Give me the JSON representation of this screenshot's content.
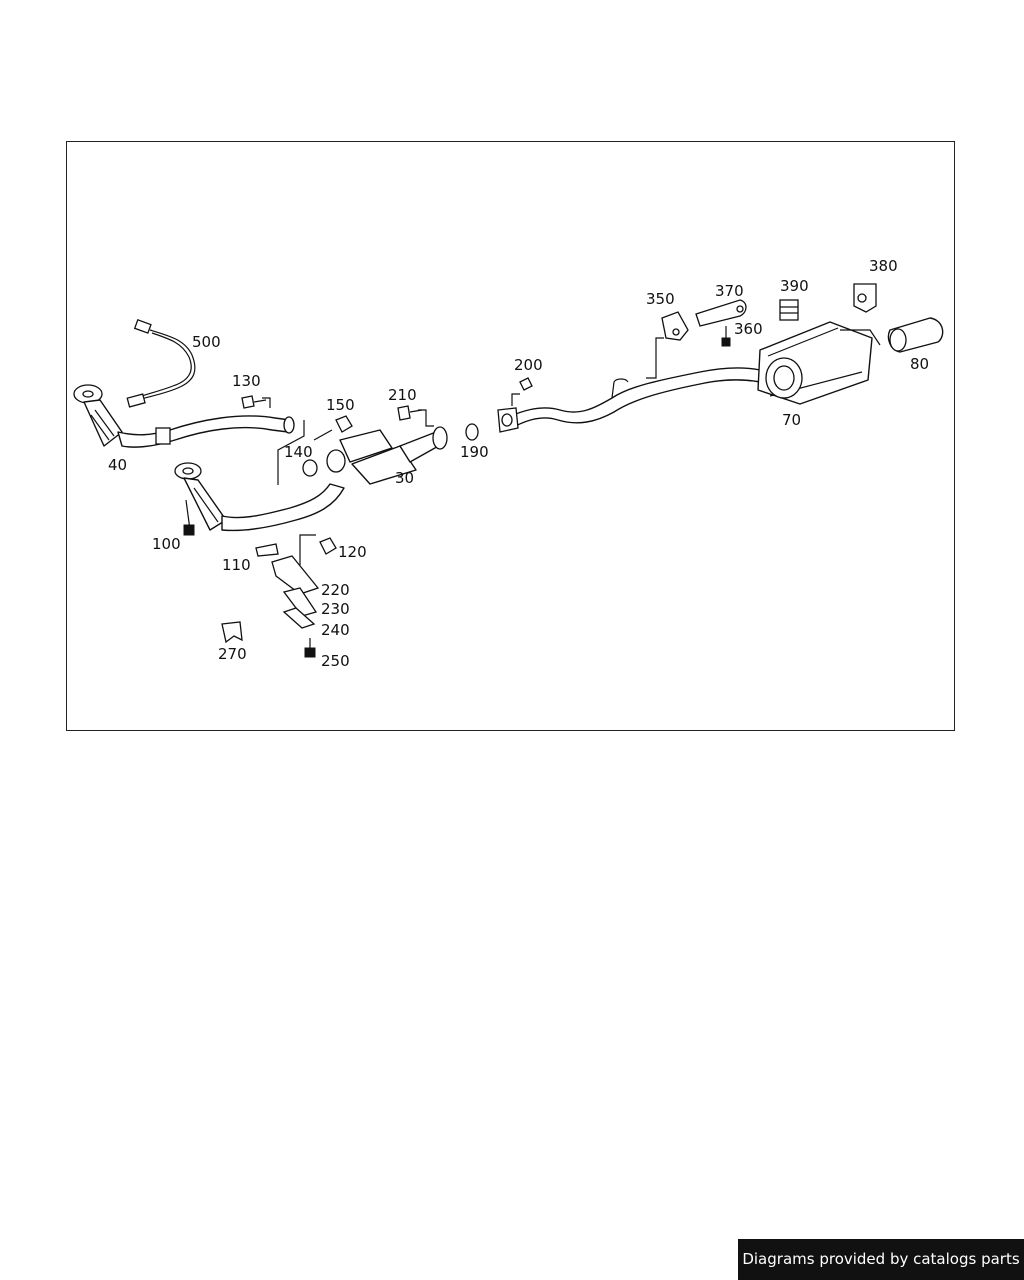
{
  "credit": "Diagrams provided by catalogs parts",
  "part_labels": {
    "p30": "30",
    "p40": "40",
    "p70": "70",
    "p80": "80",
    "p100": "100",
    "p110": "110",
    "p120": "120",
    "p130": "130",
    "p140": "140",
    "p150": "150",
    "p190": "190",
    "p200": "200",
    "p210": "210",
    "p220": "220",
    "p230": "230",
    "p240": "240",
    "p250": "250",
    "p270": "270",
    "p350": "350",
    "p360": "360",
    "p370": "370",
    "p380": "380",
    "p390": "390",
    "p500": "500"
  }
}
